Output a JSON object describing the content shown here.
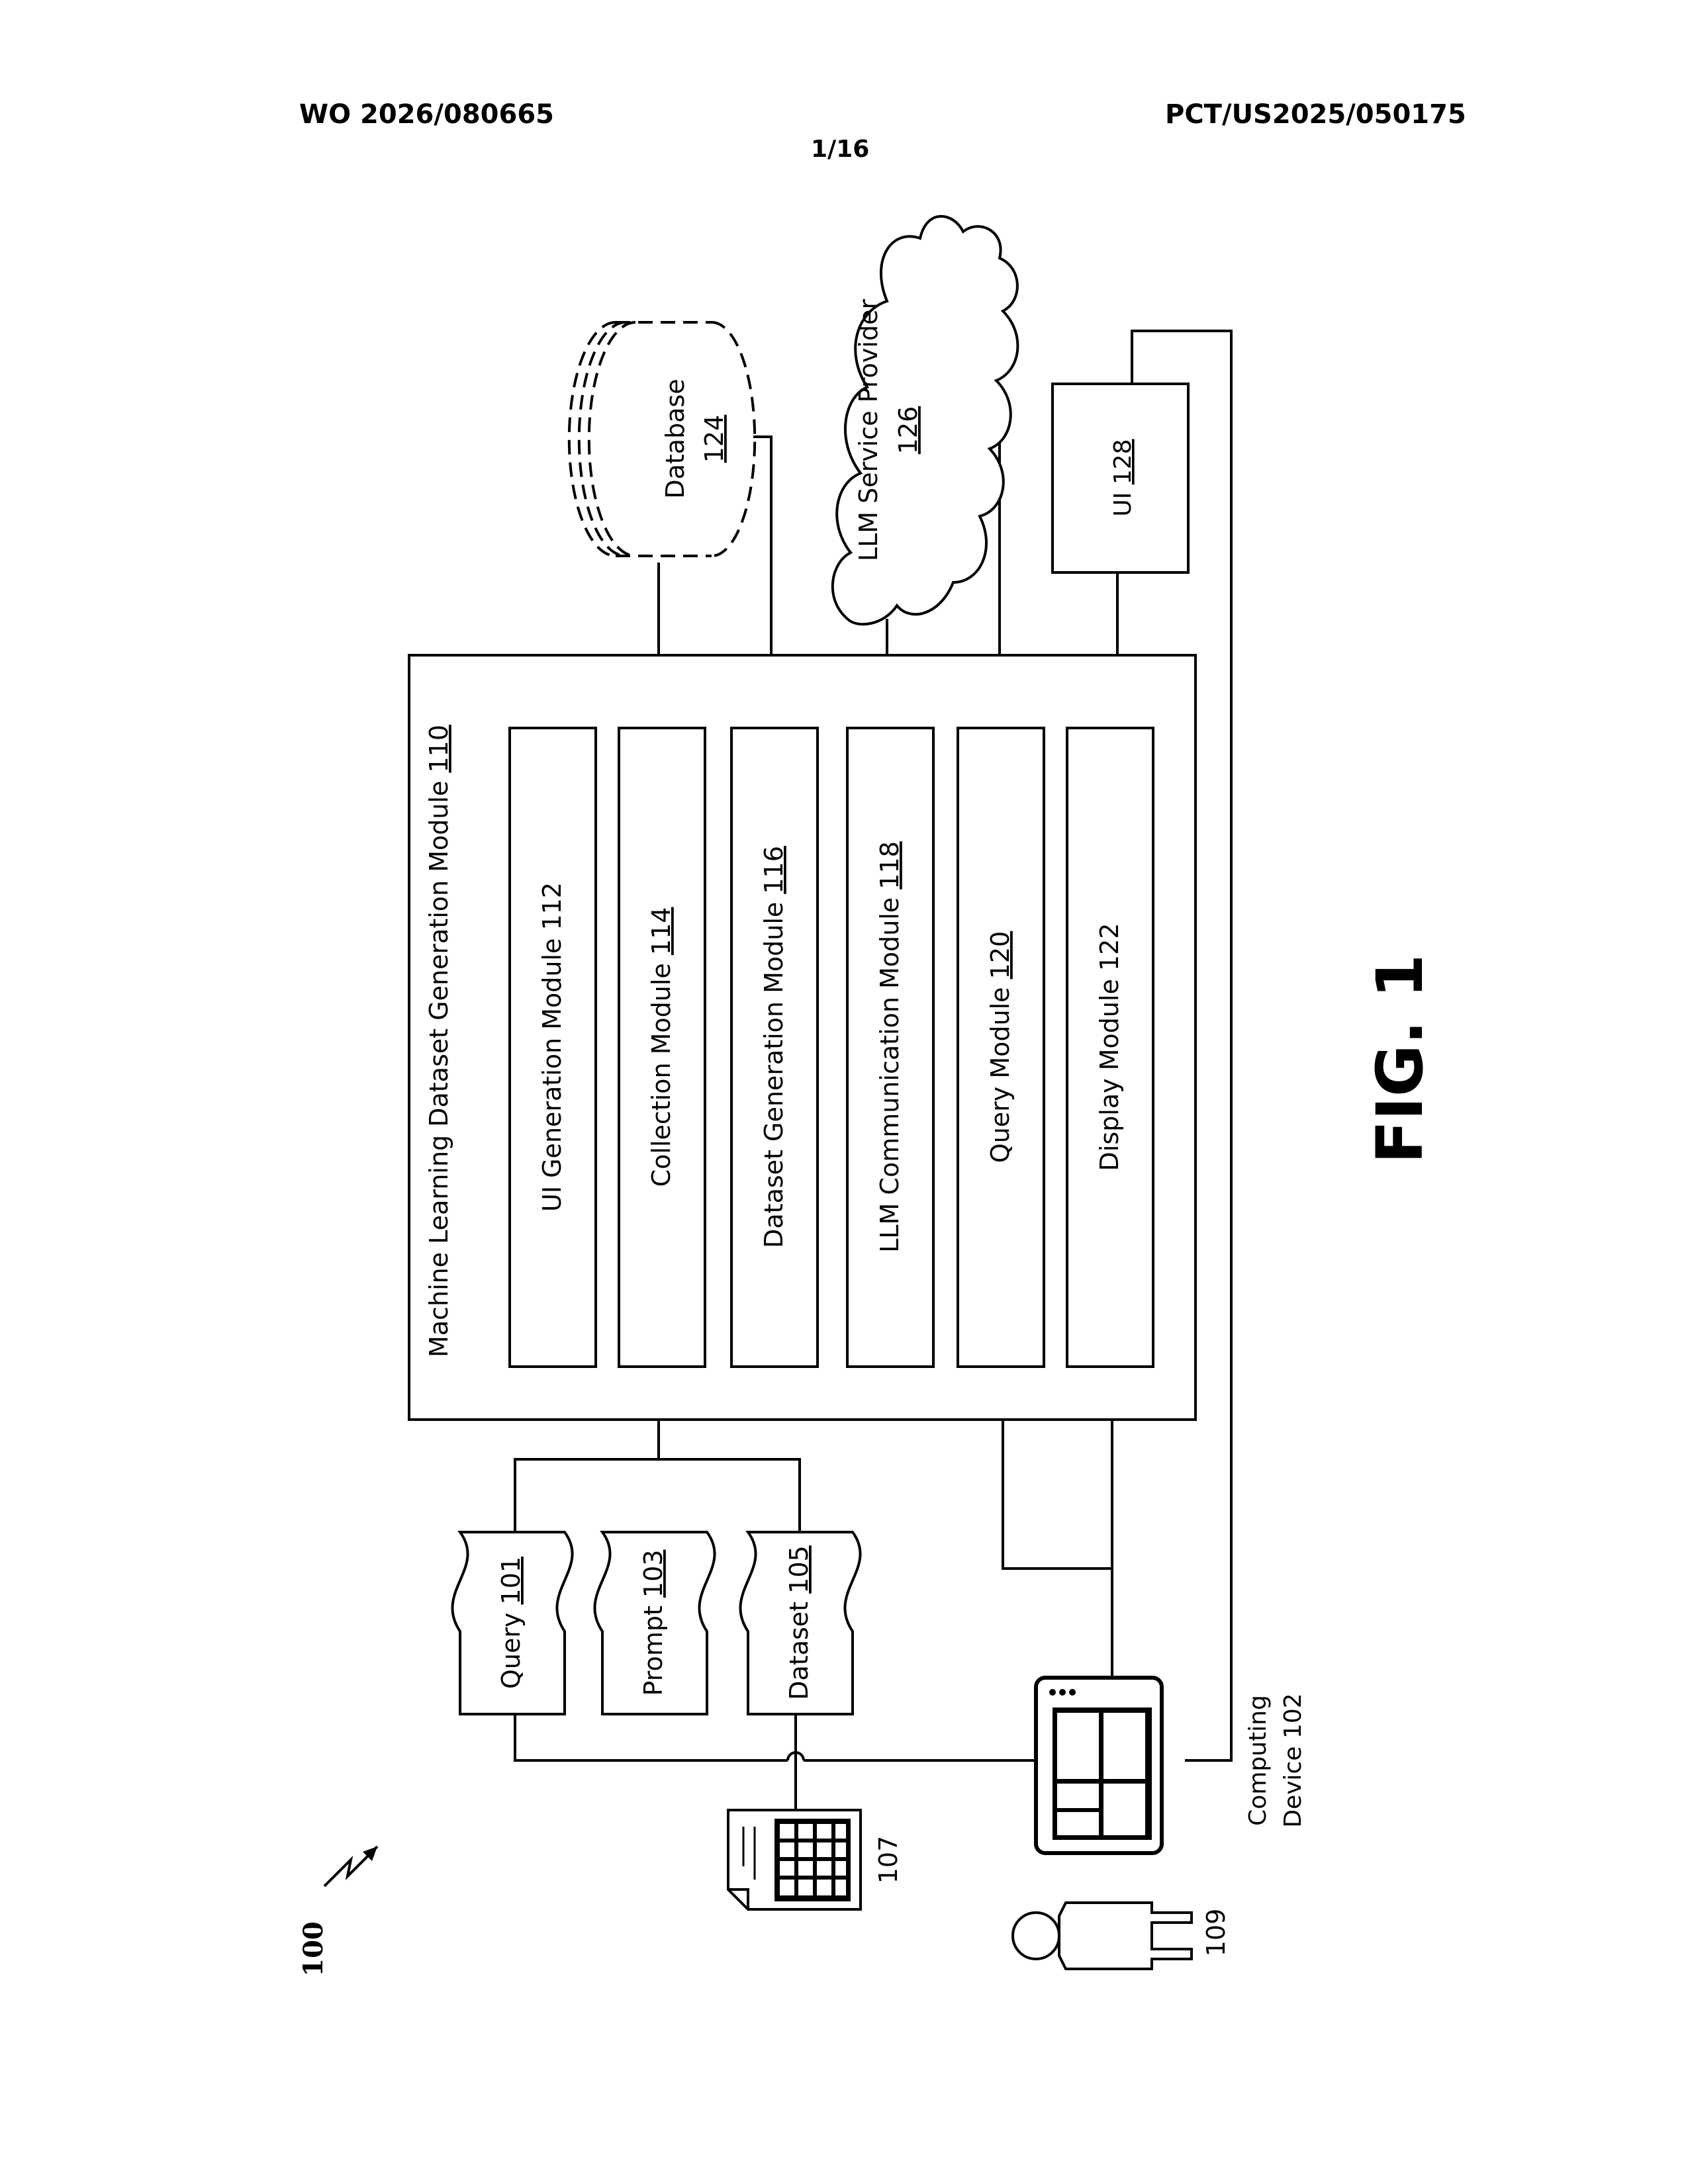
{
  "header": {
    "pub_number": "WO 2026/080665",
    "app_number": "PCT/US2025/050175",
    "sheet": "1/16"
  },
  "figure": {
    "ref_label": "100",
    "caption": "FIG. 1",
    "main_module": {
      "label": "Machine Learning Dataset Generation Module",
      "ref": "110"
    },
    "modules": [
      {
        "label": "UI Generation Module",
        "ref": "112"
      },
      {
        "label": "Collection Module",
        "ref": "114"
      },
      {
        "label": "Dataset Generation Module",
        "ref": "116"
      },
      {
        "label": "LLM Communication Module",
        "ref": "118"
      },
      {
        "label": "Query Module",
        "ref": "120"
      },
      {
        "label": "Display Module",
        "ref": "122"
      }
    ],
    "database": {
      "label": "Database",
      "ref": "124"
    },
    "llm_provider": {
      "label": "LLM Service Provider",
      "ref": "126"
    },
    "ui": {
      "label": "UI",
      "ref": "128"
    },
    "documents": [
      {
        "label": "Query",
        "ref": "101"
      },
      {
        "label": "Prompt",
        "ref": "103"
      },
      {
        "label": "Dataset",
        "ref": "105"
      }
    ],
    "spreadsheet_ref": "107",
    "user_ref": "109",
    "computing_device": {
      "line1": "Computing",
      "line2": "Device 102"
    }
  }
}
